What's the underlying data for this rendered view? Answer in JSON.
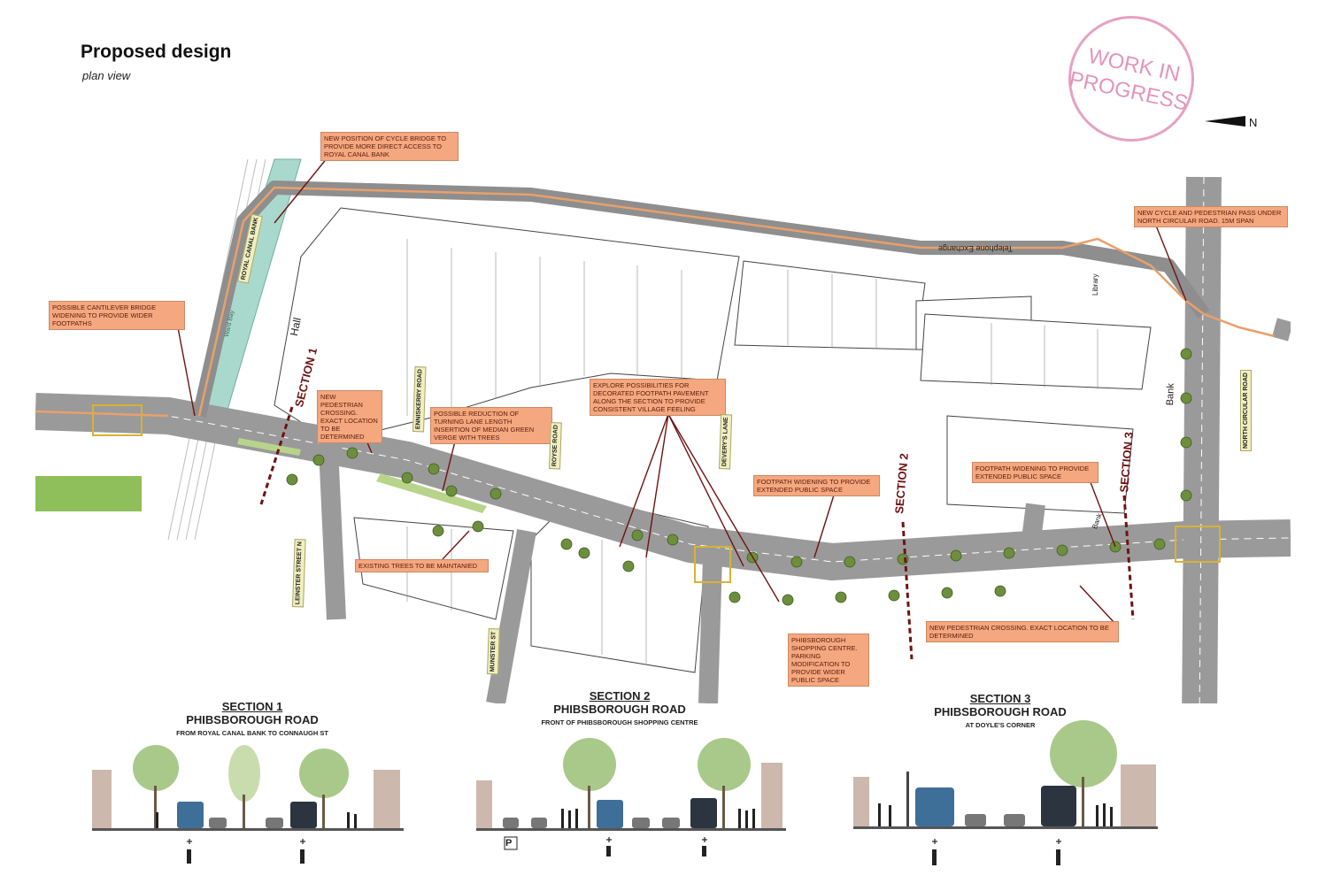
{
  "header": {
    "title": "Proposed design",
    "subtitle": "plan view",
    "stamp": [
      "WORK IN",
      "PROGRESS"
    ],
    "north": "N"
  },
  "colors": {
    "road": "#9a9a9a",
    "road_dark": "#6d6d6d",
    "cycle_lane": "#e8a06b",
    "canal": "#a9d9cc",
    "grass": "#8fbf5a",
    "label_bg": "#f5a77f",
    "marker": "#6f1212",
    "tree": "#6d8f3d",
    "stamp": "#e394bb"
  },
  "annotations": [
    "NEW POSITION OF CYCLE BRIDGE TO PROVIDE MORE DIRECT ACCESS TO ROYAL CANAL BANK",
    "POSSIBLE CANTILEVER BRIDGE WIDENING TO PROVIDE WIDER FOOTPATHS",
    "NEW PEDESTRIAN CROSSING. EXACT LOCATION TO BE DETERMINED",
    "POSSIBLE REDUCTION OF TURNING LANE LENGTH INSERTION OF MEDIAN GREEN VERGE WITH TREES",
    "EXPLORE POSSIBILITIES FOR DECORATED FOOTPATH PAVEMENT ALONG THE SECTION TO PROVIDE CONSISTENT VILLAGE FEELING",
    "EXISTING TREES TO BE MAINTANIED",
    "FOOTPATH WIDENING TO PROVIDE EXTENDED PUBLIC SPACE",
    "FOOTPATH WIDENING TO PROVIDE EXTENDED PUBLIC SPACE",
    "PHIBSBOROUGH SHOPPING CENTRE. PARKING MODIFICATION TO PROVIDE WIDER PUBLIC SPACE",
    "NEW PEDESTRIAN CROSSING. EXACT LOCATION TO BE DETERMINED",
    "NEW CYCLE AND PEDESTRIAN PASS UNDER NORTH CIRCULAR ROAD. 15m SPAN"
  ],
  "roads": [
    "ROYAL CANAL BANK",
    "ENNISKERRY ROAD",
    "ROYSE ROAD",
    "DEVERY'S LANE",
    "LEINSTER STREET N",
    "MUNSTER ST",
    "NORTH CIRCULAR ROAD"
  ],
  "buildings": [
    "Hall",
    "Library",
    "Telephone Exchange",
    "Bank",
    "Bank",
    "Ward Bay"
  ],
  "markers": [
    "SECTION 1",
    "SECTION 2",
    "SECTION 3"
  ],
  "sections": [
    {
      "title": "SECTION 1",
      "road": "PHIBSBOROUGH ROAD",
      "desc": "FROM ROYAL CANAL BANK TO CONNAUGH ST"
    },
    {
      "title": "SECTION 2",
      "road": "PHIBSBOROUGH ROAD",
      "desc": "FRONT OF PHIBSBOROUGH SHOPPING CENTRE"
    },
    {
      "title": "SECTION 3",
      "road": "PHIBSBOROUGH ROAD",
      "desc": "AT DOYLE'S CORNER"
    }
  ],
  "parking_sign": "P"
}
